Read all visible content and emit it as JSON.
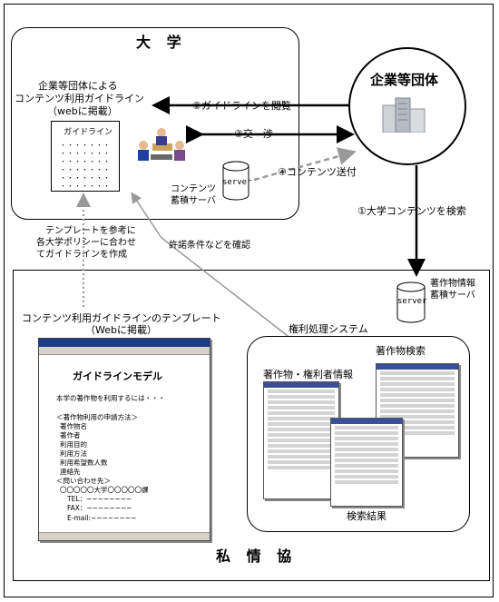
{
  "university": {
    "title": "大 学",
    "guideline_caption": [
      "企業等団体による",
      "コンテンツ利用ガイドライン",
      "（webに掲載）"
    ],
    "doc_title": "ガイドライン",
    "doc_lines": "・・・・・・・\n・・・・・・・\n・・・・・・・\n・・・・・・・\n・・・・・・・\n・・・・・・・",
    "server_label": "server",
    "server_caption": [
      "コンテンツ",
      "蓄積サーバ"
    ]
  },
  "company": {
    "title": "企業等団体"
  },
  "arrows": {
    "browse": "②ガイドラインを閲覧",
    "negotiate": "③交　渉",
    "send": "④コンテンツ送付",
    "search": "①大学コンテンツを検索",
    "confirm": "許諾条件などを確認"
  },
  "template_note": [
    "テンプレートを参考に",
    "各大学ポリシーに合わせ",
    "てガイドラインを作成"
  ],
  "shijo": {
    "title": "私 情 協",
    "template_caption": [
      "コンテンツ利用ガイドラインのテンプレート",
      "（Webに掲載）"
    ],
    "template": {
      "heading": "ガイドラインモデル",
      "intro": "本学の著作物を利用するには・・・",
      "lines": [
        "＜著作物利用の申請方法＞",
        "著作物名",
        "著作者",
        "利用目的",
        "利用方法",
        "利用希望数人数",
        "連絡先",
        "＜問い合わせ先＞",
        "〇〇〇〇〇大学〇〇〇〇〇課",
        "TEL：~~~~~~~~",
        "FAX：~~~~~~~~",
        "E-mail:~~~~~~~~"
      ]
    },
    "server_label": "server",
    "server_caption": [
      "著作物情報",
      "蓄積サーバ"
    ],
    "system_label": "権利処理システム",
    "search_label": "著作物検索",
    "info_label": "著作物・権利者情報",
    "result_label": "検索結果"
  }
}
